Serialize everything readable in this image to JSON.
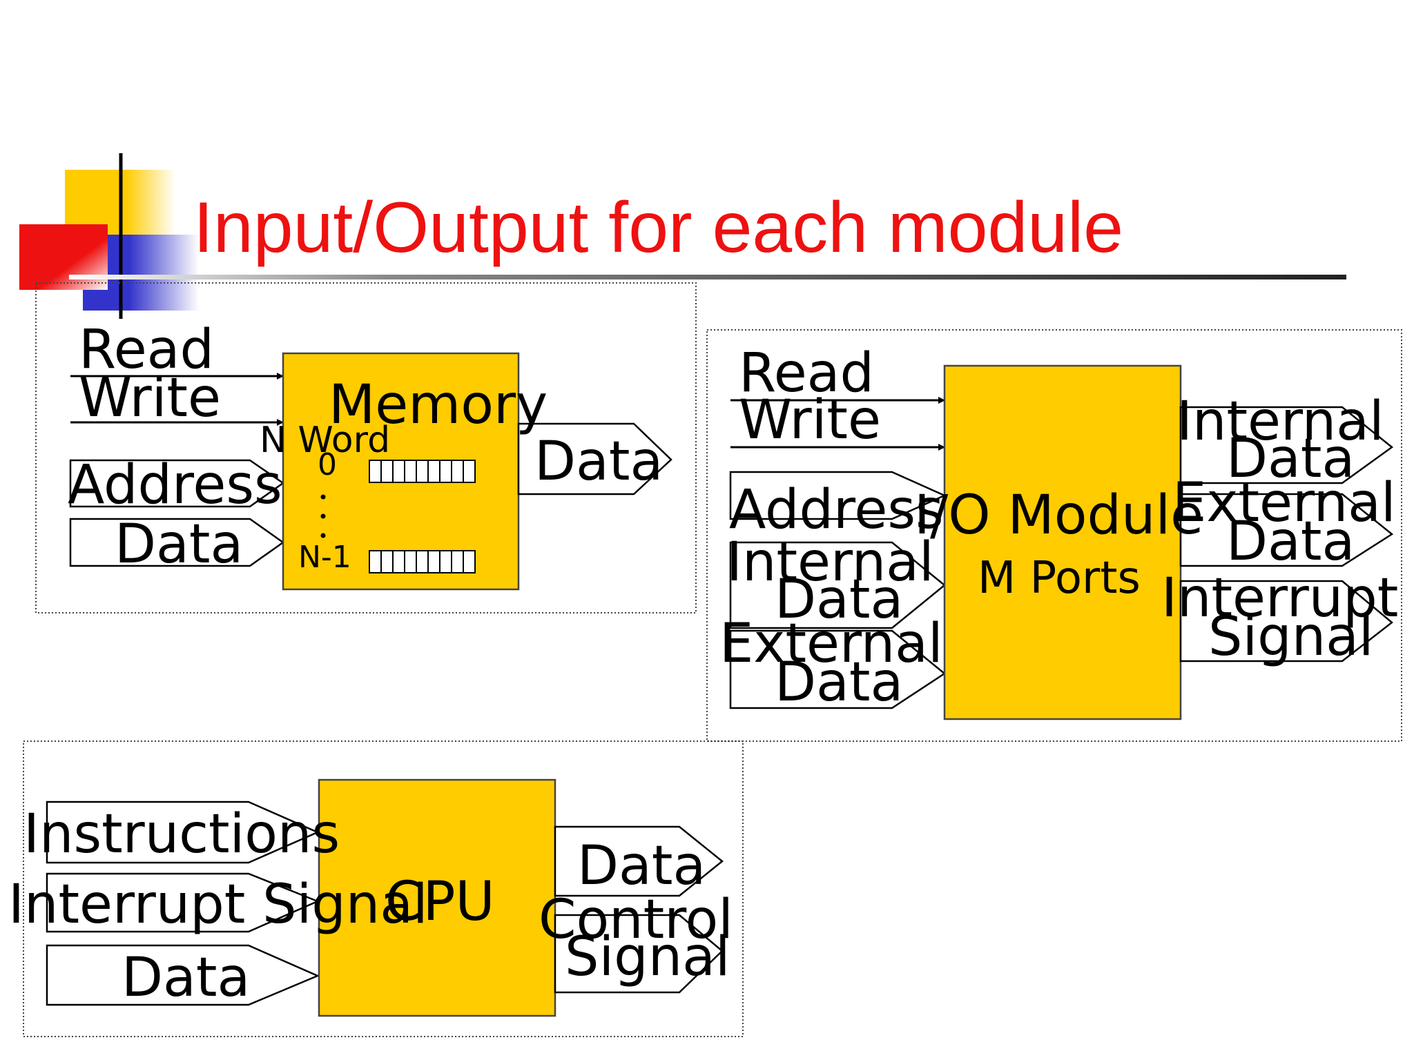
{
  "title": "Input/Output for each module",
  "memory": {
    "name": "Memory",
    "inputs": {
      "read": "Read",
      "write": "Write",
      "address": "Address",
      "data": "Data"
    },
    "output": "Data",
    "word_label": "N Word",
    "first_index": "0",
    "last_index": "N-1"
  },
  "io_module": {
    "name": "I/O Module",
    "ports": "M Ports",
    "inputs": {
      "read": "Read",
      "write": "Write",
      "address": "Address",
      "internal_data_1": "Internal",
      "internal_data_2": "Data",
      "external_data_1": "External",
      "external_data_2": "Data"
    },
    "outputs": {
      "internal_data_1": "Internal",
      "internal_data_2": "Data",
      "external_data_1": "External",
      "external_data_2": "Data",
      "interrupt_1": "Interrupt",
      "interrupt_2": "Signal"
    }
  },
  "cpu": {
    "name": "CPU",
    "inputs": {
      "instructions": "Instructions",
      "interrupt": "Interrupt Signal",
      "data": "Data"
    },
    "outputs": {
      "data": "Data",
      "control_1": "Control",
      "control_2": "Signal"
    }
  },
  "colors": {
    "title": "#ee1111",
    "module_fill": "#ffcc00",
    "logo_yellow": "#ffcc00",
    "logo_red": "#ee1111",
    "logo_blue": "#3333cc"
  }
}
